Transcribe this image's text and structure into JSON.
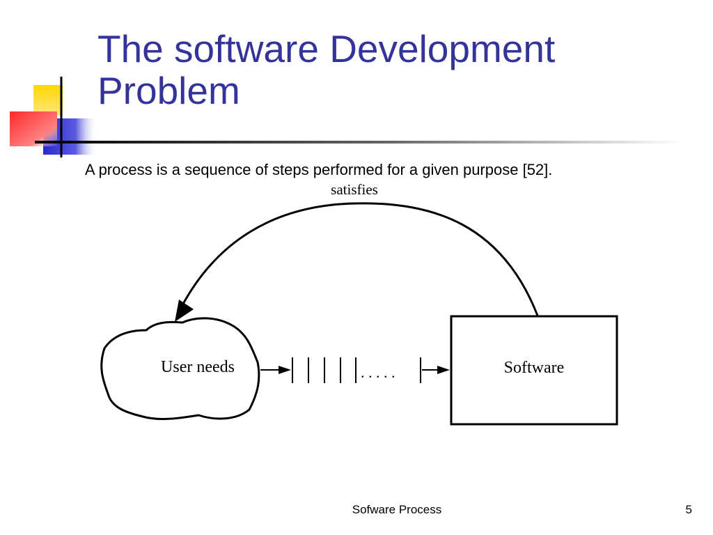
{
  "slide": {
    "title_line1": "The software Development",
    "title_line2": "Problem",
    "subtitle": "A process is a sequence of steps performed for a given purpose [52].",
    "footer": "Sofware Process",
    "page_number": "5"
  },
  "diagram": {
    "arc_label": "satisfies",
    "cloud_label": "User needs",
    "box_label": "Software",
    "steps_dots": ". . . . ."
  },
  "colors": {
    "title": "#333399",
    "deco_yellow": "#ffd700",
    "deco_blue": "#3333cc",
    "deco_red": "#ff3333"
  }
}
